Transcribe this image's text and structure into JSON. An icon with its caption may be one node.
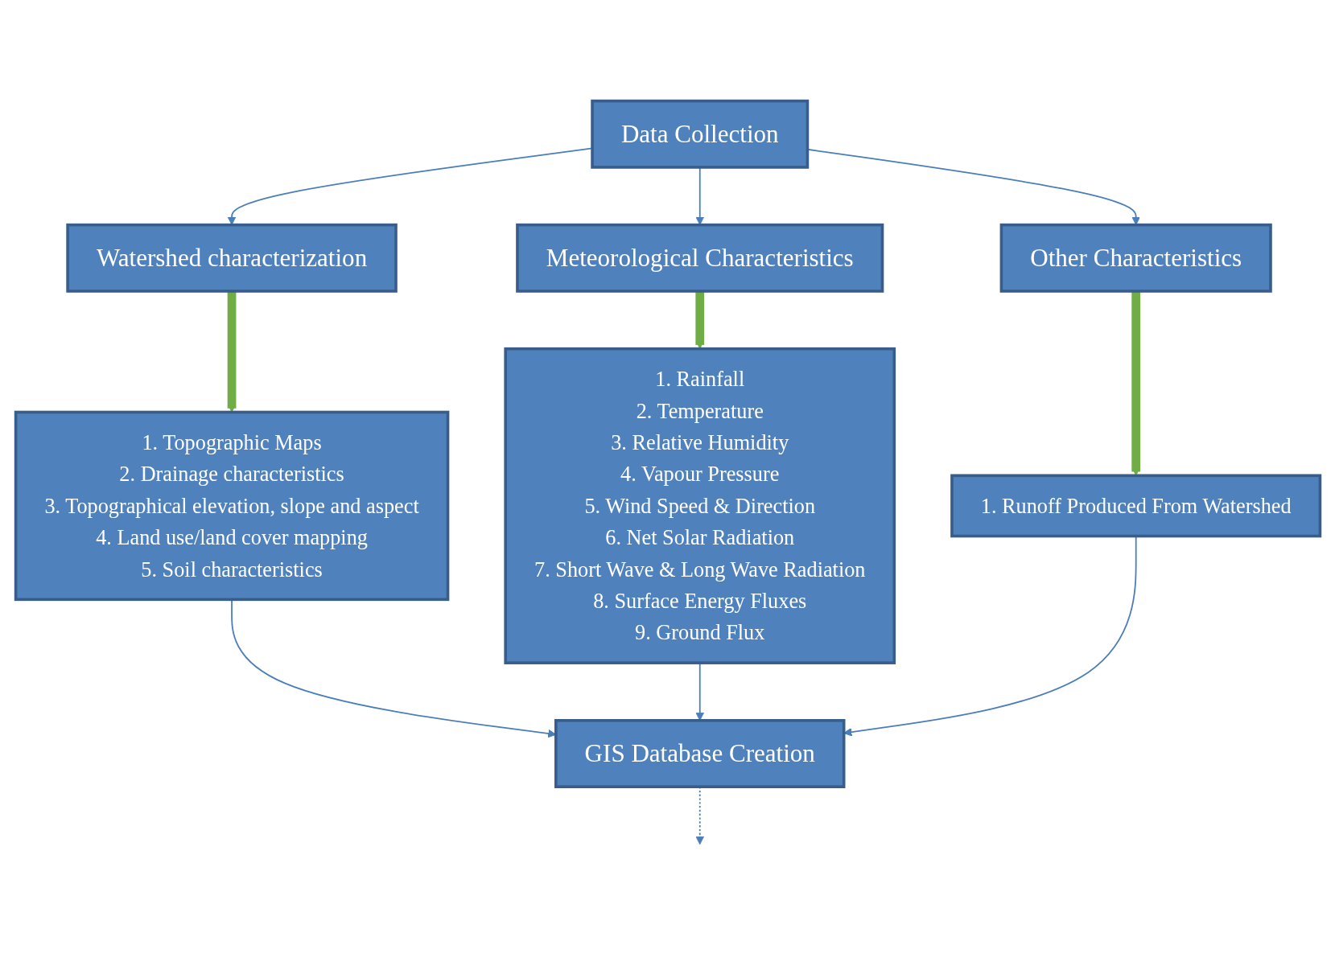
{
  "diagram": {
    "nodes": [
      {
        "text": [
          "Data Collection"
        ]
      },
      {
        "text": [
          "Watershed characterization"
        ]
      },
      {
        "text": [
          "Meteorological Characteristics"
        ]
      },
      {
        "text": [
          "Other Characteristics"
        ]
      },
      {
        "text": [
          "1. Topographic Maps",
          "2. Drainage characteristics",
          "3. Topographical elevation, slope and aspect",
          "4. Land use/land cover mapping",
          "5. Soil characteristics"
        ]
      },
      {
        "text": [
          "1. Rainfall",
          "2. Temperature",
          "3. Relative Humidity",
          "4. Vapour Pressure",
          "5. Wind Speed & Direction",
          "6. Net Solar Radiation",
          "7. Short Wave & Long Wave Radiation",
          "8. Surface Energy Fluxes",
          "9. Ground Flux"
        ]
      },
      {
        "text": [
          "1. Runoff Produced From Watershed"
        ]
      },
      {
        "text": [
          "GIS Database Creation"
        ]
      }
    ],
    "edges": [
      {
        "from": 0,
        "to": 1,
        "arrow": "to"
      },
      {
        "from": 0,
        "to": 2,
        "arrow": "to"
      },
      {
        "from": 0,
        "to": 3,
        "arrow": "to"
      },
      {
        "from": 1,
        "to": 4,
        "arrow": "to",
        "style": "thick",
        "color": "#70ad47"
      },
      {
        "from": 2,
        "to": 5,
        "arrow": "to",
        "style": "thick",
        "color": "#70ad47"
      },
      {
        "from": 3,
        "to": 6,
        "arrow": "to",
        "style": "thick",
        "color": "#70ad47"
      },
      {
        "from": 4,
        "to": 7,
        "arrow": "to"
      },
      {
        "from": 5,
        "to": 7,
        "arrow": "to"
      },
      {
        "from": 6,
        "to": 7,
        "arrow": "to"
      },
      {
        "from": 7,
        "to": null,
        "arrow": "to",
        "style": "dashed"
      }
    ]
  }
}
